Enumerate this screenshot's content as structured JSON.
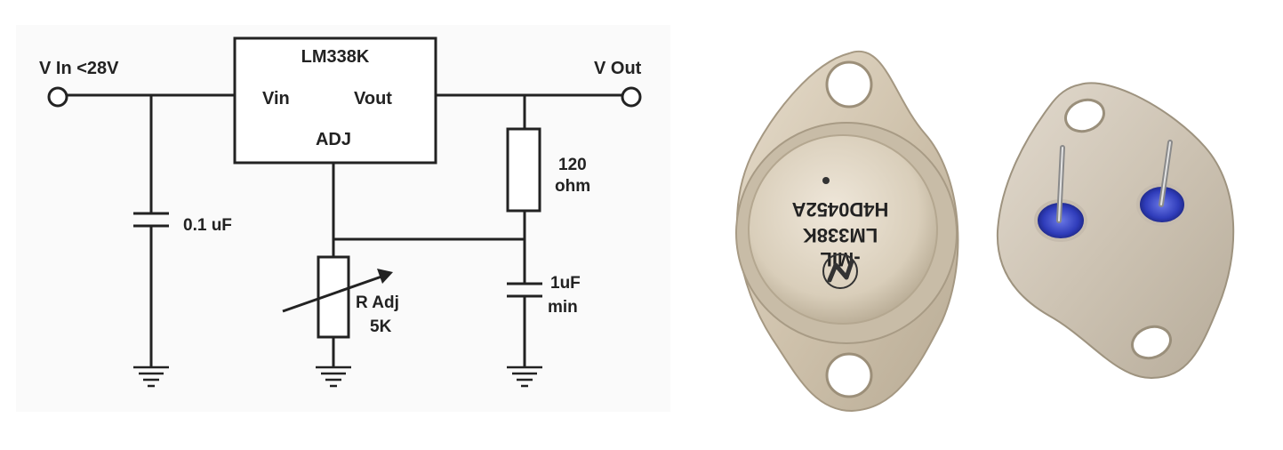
{
  "schematic": {
    "input_label": "V In <28V",
    "output_label": "V Out",
    "regulator": {
      "part": "LM338K",
      "pin_in": "Vin",
      "pin_out": "Vout",
      "pin_adj": "ADJ"
    },
    "input_cap": "0.1 uF",
    "resistor_value": "120",
    "resistor_unit": "ohm",
    "pot_name": "R Adj",
    "pot_value": "5K",
    "output_cap_value": "1uF",
    "output_cap_note": "min"
  },
  "photo": {
    "package_line1": "-MIL",
    "package_line2": "LM338K",
    "package_line3": "H4D0452A",
    "colors": {
      "metal": "#d8cdbd",
      "metal_dark": "#b5a894",
      "glass": "#3340c0"
    }
  }
}
